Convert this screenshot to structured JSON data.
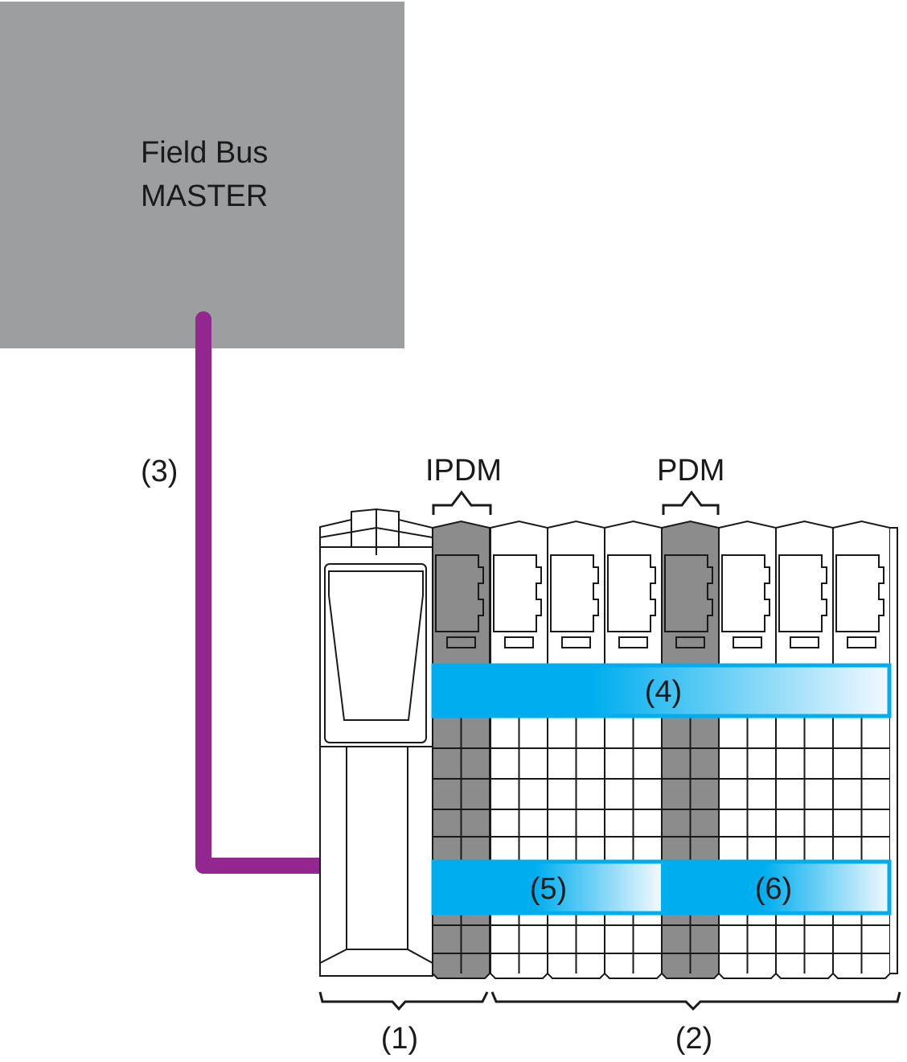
{
  "master": {
    "line1": "Field Bus",
    "line2": "MASTER"
  },
  "labels": {
    "fieldbus_link": "(3)",
    "ipdm": "IPDM",
    "pdm": "PDM",
    "bus_band": "(4)",
    "ipdm_group": "(5)",
    "pdm_group": "(6)",
    "head_group": "(1)",
    "io_group": "(2)"
  },
  "colors": {
    "master_box": "#9d9e9f",
    "fieldbus_cable": "#93278f",
    "power_module": "#8c8c8c",
    "highlight_band": "#00aeef"
  }
}
